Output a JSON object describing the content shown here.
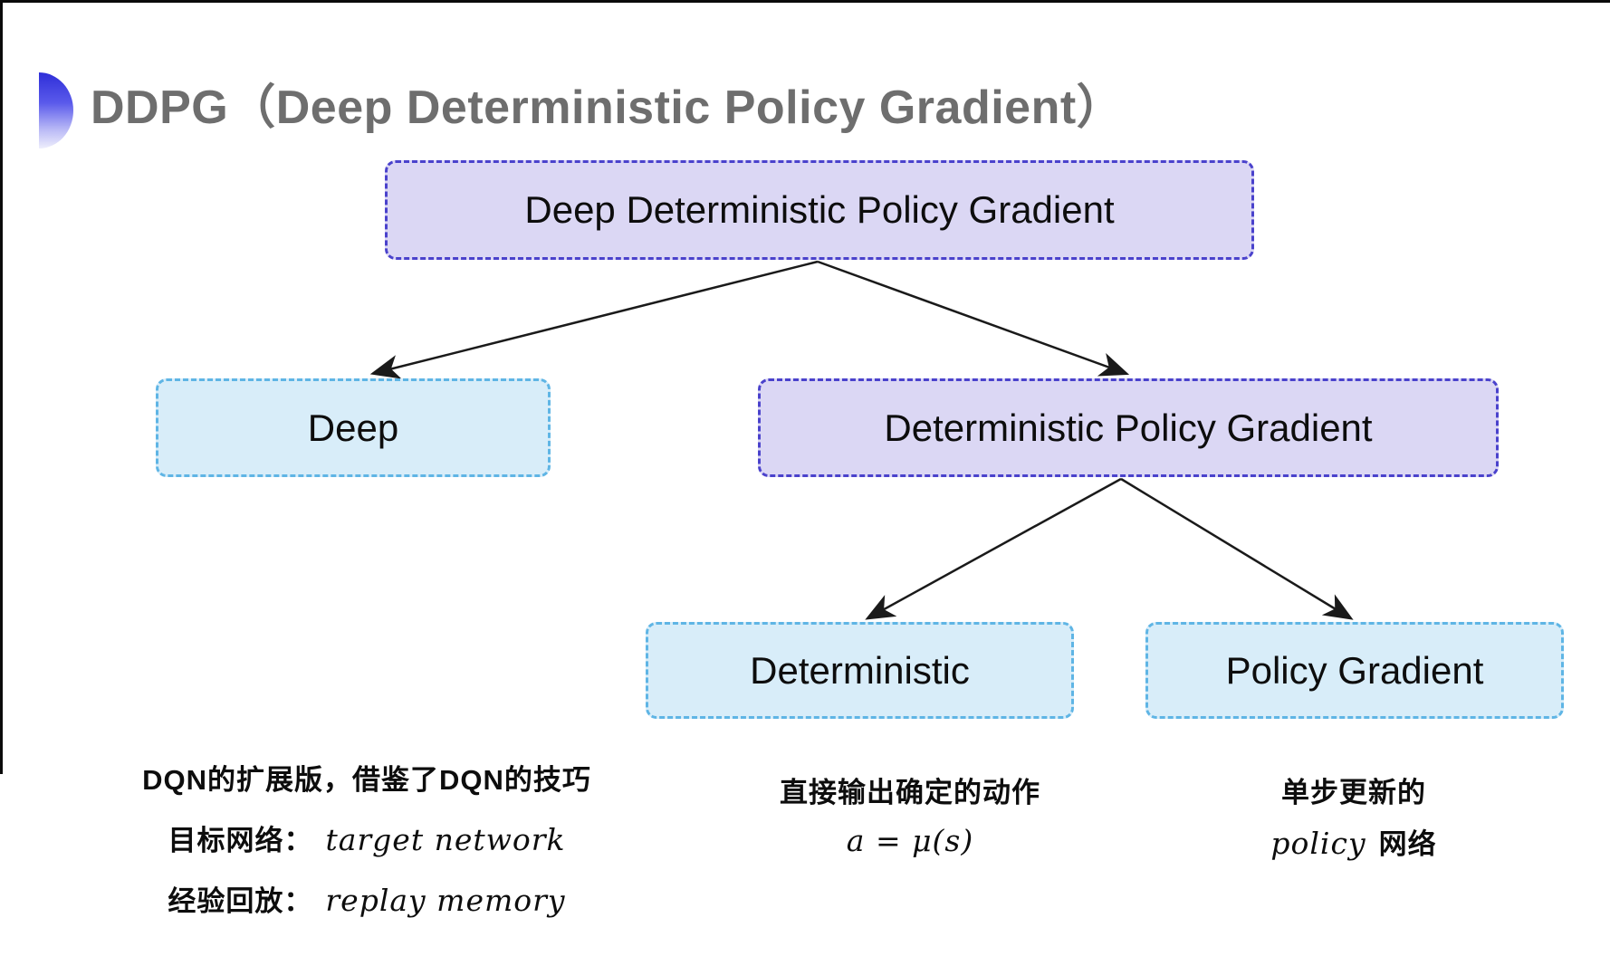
{
  "page": {
    "title": "DDPG（Deep Deterministic Policy Gradient）"
  },
  "colors": {
    "purple_fill": "#dbd7f4",
    "purple_border": "#4a42cc",
    "cyan_fill": "#d8edf9",
    "cyan_border": "#5fb5e5",
    "title_gray": "#6e6e6e",
    "arrow_black": "#1a1a1a",
    "bullet_blue": "#2e2ed8"
  },
  "diagram": {
    "nodes": [
      {
        "id": "root",
        "label": "Deep Deterministic Policy Gradient",
        "variant": "purple"
      },
      {
        "id": "deep",
        "label": "Deep",
        "variant": "cyan"
      },
      {
        "id": "dpg",
        "label": "Deterministic Policy Gradient",
        "variant": "purple"
      },
      {
        "id": "det",
        "label": "Deterministic",
        "variant": "cyan"
      },
      {
        "id": "pg",
        "label": "Policy Gradient",
        "variant": "cyan"
      }
    ],
    "edges": [
      {
        "from": "root",
        "to": "deep"
      },
      {
        "from": "root",
        "to": "dpg"
      },
      {
        "from": "dpg",
        "to": "det"
      },
      {
        "from": "dpg",
        "to": "pg"
      }
    ]
  },
  "annotations": {
    "deep_note": {
      "line1": "DQN的扩展版，借鉴了DQN的技巧",
      "line2_label": "目标网络：",
      "line2_value": "target network",
      "line3_label": "经验回放：",
      "line3_value": "replay memory"
    },
    "det_note": {
      "line1": "直接输出确定的动作",
      "line2": "a = μ(s)"
    },
    "pg_note": {
      "line1": "单步更新的",
      "line2_italic": "policy",
      "line2_rest": "网络"
    }
  }
}
